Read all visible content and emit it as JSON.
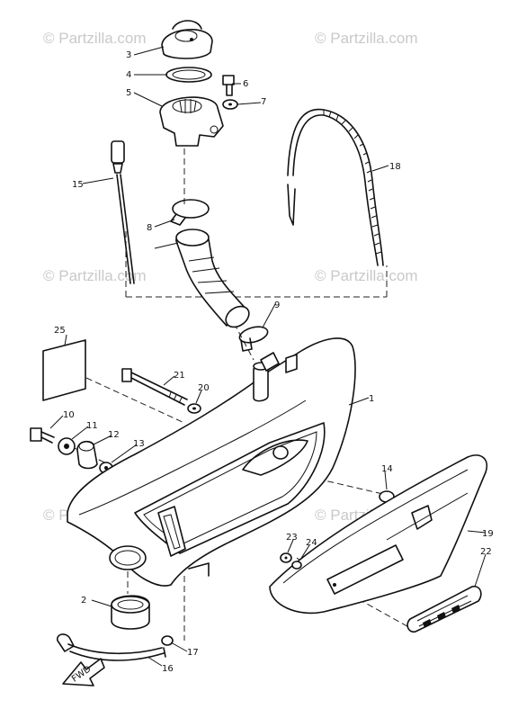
{
  "watermark": {
    "text": "© Partzilla.com"
  },
  "callouts": {
    "c1": "1",
    "c2": "2",
    "c3": "3",
    "c4": "4",
    "c5": "5",
    "c6": "6",
    "c7": "7",
    "c8": "8",
    "c9": "9",
    "c10": "10",
    "c11": "11",
    "c12": "12",
    "c13": "13",
    "c14": "14",
    "c15": "15",
    "c16": "16",
    "c17": "17",
    "c18": "18",
    "c19": "19",
    "c20": "20",
    "c21": "21",
    "c22": "22",
    "c23": "23",
    "c24": "24",
    "c25": "25"
  },
  "arrow": {
    "text": "FWD"
  }
}
